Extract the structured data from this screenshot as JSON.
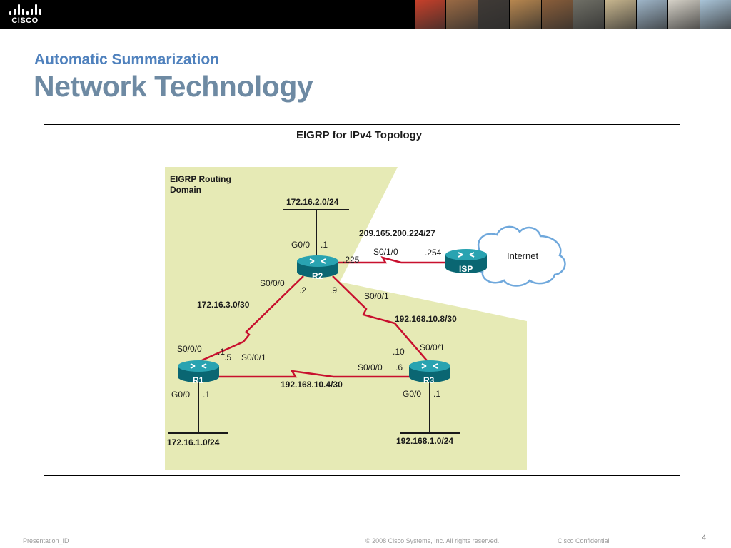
{
  "header": {
    "logo_text": "CISCO",
    "photo_colors": [
      "#c8402a",
      "#9a6a44",
      "#3f3a36",
      "#b8874f",
      "#8a5e3a",
      "#6f6f66",
      "#c9b78f",
      "#9fb6c9",
      "#d6d2c8",
      "#a9c4d8"
    ]
  },
  "slide": {
    "subtitle": "Automatic Summarization",
    "title": "Network Technology"
  },
  "diagram": {
    "title": "EIGRP for IPv4 Topology",
    "domain_label_line1": "EIGRP Routing",
    "domain_label_line2": "Domain",
    "domain_color": "#e6eab5",
    "serial_link_color": "#c8102e",
    "router_color": "#0a7a87",
    "routers": {
      "r1": "R1",
      "r2": "R2",
      "r3": "R3",
      "isp": "ISP"
    },
    "cloud_label": "Internet",
    "networks": {
      "r2_lan": "172.16.2.0/24",
      "r1_lan": "172.16.1.0/24",
      "r3_lan": "192.168.1.0/24",
      "r1_r2": "172.16.3.0/30",
      "r1_r3": "192.168.10.4/30",
      "r2_r3": "192.168.10.8/30",
      "r2_isp": "209.165.200.224/27"
    },
    "labels": {
      "r2_g00": "G0/0",
      "r2_g00_ip": ".1",
      "r2_s010": "S0/1/0",
      "r2_s010_ip": ".225",
      "isp_ip": ".254",
      "r2_s000": "S0/0/0",
      "r2_s000_ip": ".2",
      "r2_s001_ip": ".9",
      "r2_s001": "S0/0/1",
      "r1_s000": "S0/0/0",
      "r1_s000_ip": ".1",
      "r1_s001_ip": ".5",
      "r1_s001": "S0/0/1",
      "r1_g00": "G0/0",
      "r1_g00_ip": ".1",
      "r3_s001_ip": ".10",
      "r3_s001": "S0/0/1",
      "r3_s000": "S0/0/0",
      "r3_s000_ip": ".6",
      "r3_g00": "G0/0",
      "r3_g00_ip": ".1"
    }
  },
  "footer": {
    "left": "Presentation_ID",
    "copyright": "© 2008 Cisco Systems, Inc. All rights reserved.",
    "confidential": "Cisco Confidential",
    "page_number": "4"
  }
}
